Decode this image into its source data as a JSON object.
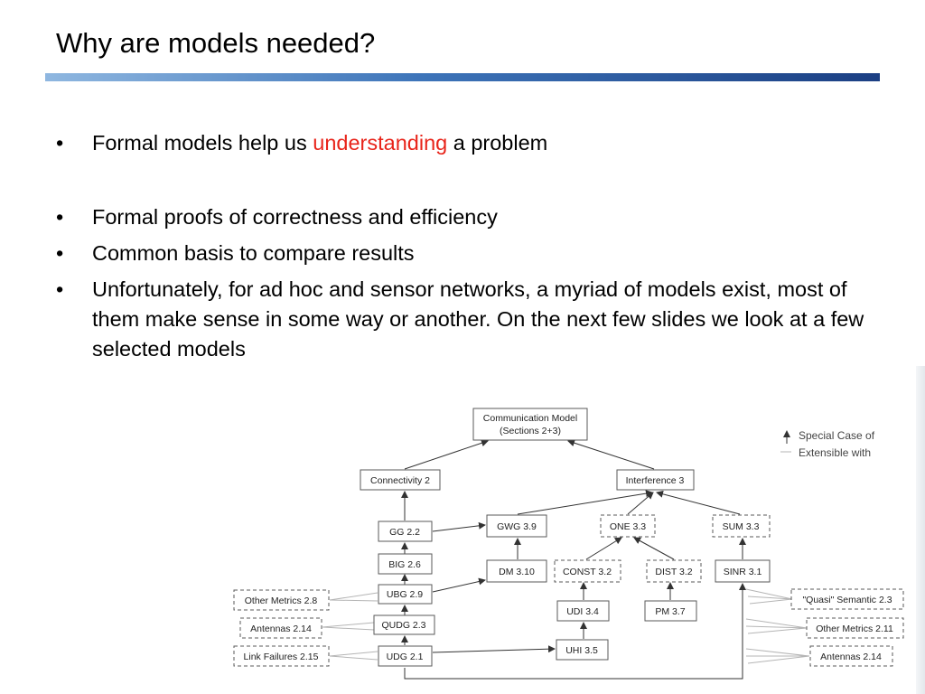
{
  "slide": {
    "title": "Why are models needed?",
    "bullets": [
      {
        "pre": "Formal models help us ",
        "highlight": "understanding",
        "post": " a problem"
      },
      {
        "text": "Formal proofs of correctness and efficiency"
      },
      {
        "text": "Common basis to compare results"
      },
      {
        "text": "Unfortunately, for ad hoc and sensor networks, a myriad of models exist, most of them make sense in some way or another. On the next few slides we look at a few selected models"
      }
    ],
    "bullet_char": "•",
    "highlight_color": "#e8241a"
  },
  "diagram": {
    "legend": {
      "special_case": "Special Case of",
      "extensible": "Extensible with"
    },
    "nodes": {
      "comm_l1": "Communication Model",
      "comm_l2": "(Sections 2+3)",
      "connectivity": "Connectivity 2",
      "interference": "Interference 3",
      "gg": "GG 2.2",
      "gwg": "GWG 3.9",
      "one": "ONE 3.3",
      "sum": "SUM 3.3",
      "big": "BIG 2.6",
      "dm": "DM 3.10",
      "const": "CONST 3.2",
      "dist": "DIST 3.2",
      "sinr": "SINR 3.1",
      "other_metrics_left": "Other Metrics 2.8",
      "ubg": "UBG 2.9",
      "quasi_semantic": "\"Quasi\" Semantic 2.3",
      "udi": "UDI 3.4",
      "pm": "PM 3.7",
      "antennas_left": "Antennas 2.14",
      "qudg": "QUDG 2.3",
      "other_metrics_right": "Other Metrics 2.11",
      "link_failures": "Link Failures 2.15",
      "udg": "UDG 2.1",
      "uhi": "UHI 3.5",
      "antennas_right": "Antennas 2.14"
    }
  }
}
